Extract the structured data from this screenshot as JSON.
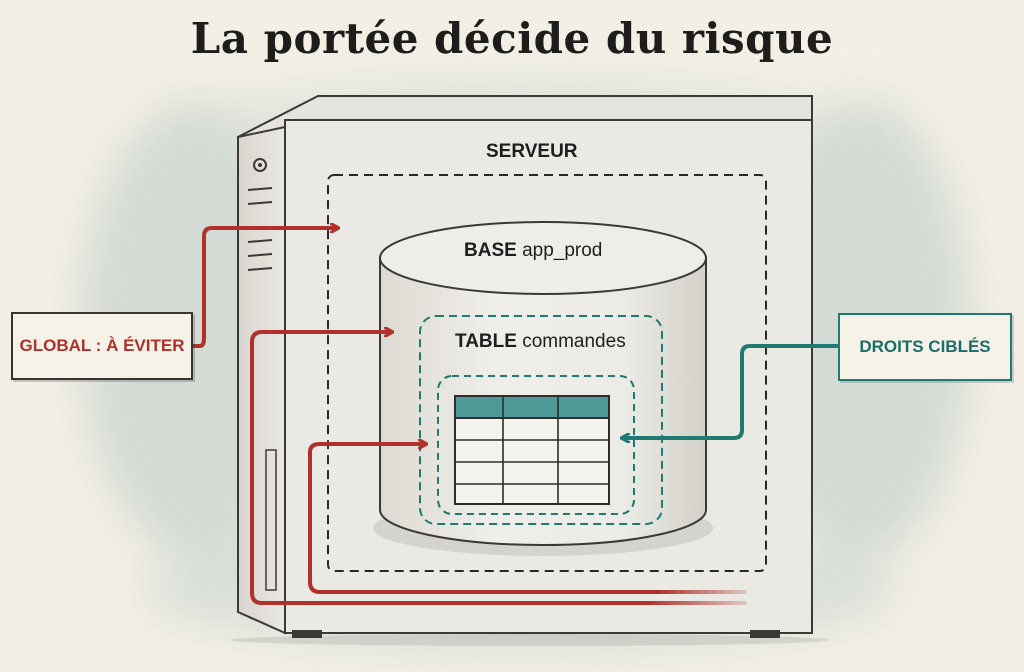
{
  "title": "La portée décide du risque",
  "levels": {
    "server": {
      "label": "SERVEUR"
    },
    "database": {
      "keyword": "BASE",
      "name": "app_prod"
    },
    "table": {
      "keyword": "TABLE",
      "name": "commandes"
    }
  },
  "callouts": {
    "global": {
      "text": "GLOBAL : À ÉVITER",
      "color": "#b0312c"
    },
    "targeted": {
      "text": "DROITS CIBLÉS",
      "color": "#1f7a74"
    }
  },
  "icons": {
    "server": "server-cabinet-icon",
    "database": "database-cylinder-icon",
    "table": "table-grid-icon"
  },
  "colors": {
    "background": "#f3efe4",
    "global_arrows": "#b0312c",
    "targeted_arrow": "#1f7a74",
    "table_header": "#4f9a96",
    "wash": "#b9cbc8"
  }
}
